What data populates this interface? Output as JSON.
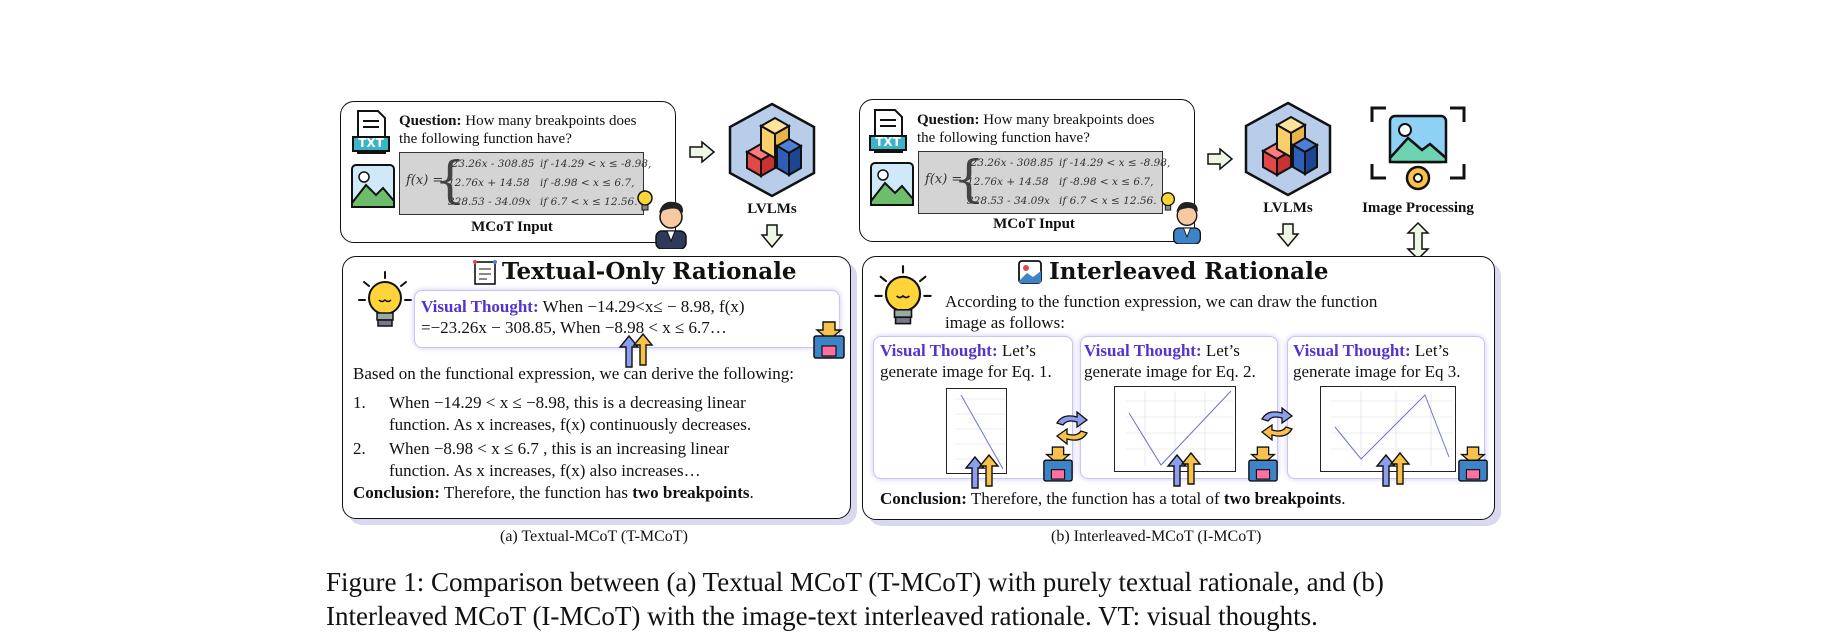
{
  "left": {
    "question_bold": "Question:",
    "question_line1": "How many breakpoints does",
    "question_line2": "the following function have?",
    "txt_icon": "TXT",
    "formula": {
      "fx": "f(x) =",
      "rows": [
        "-23.26x - 308.85",
        "12.76x + 14.58",
        "328.53 - 34.09x"
      ],
      "conds": [
        "if -14.29 < x ≤ -8.98,",
        "if -8.98 < x ≤ 6.7,",
        "if 6.7 < x ≤ 12.56."
      ]
    },
    "input_label": "MCoT Input",
    "lvlm_label": "LVLMs",
    "heading": "Textual-Only Rationale",
    "vt_label": "Visual Thought:",
    "vt_text1": "When −14.29<x≤ − 8.98, f(x)",
    "vt_text2": "=−23.26x − 308.85, When −8.98 < x ≤ 6.7…",
    "derive": "Based on the functional expression, we can derive the following:",
    "items": [
      {
        "num": "1.",
        "line1": "When −14.29 < x ≤ −8.98, this is a decreasing linear",
        "line2": "function. As x increases, f(x) continuously decreases."
      },
      {
        "num": "2.",
        "line1": "When −8.98 < x ≤ 6.7 , this is an increasing linear",
        "line2": "function. As x increases, f(x) also increases…"
      }
    ],
    "conclusion_bold": "Conclusion:",
    "conclusion_text": "Therefore, the function has",
    "conclusion_bold2": "two breakpoints",
    "conclusion_end": ".",
    "caption": "(a) Textual-MCoT (T-MCoT)"
  },
  "right": {
    "question_bold": "Question:",
    "question_line1": "How many breakpoints does",
    "question_line2": "the following function have?",
    "txt_icon": "TXT",
    "input_label": "MCoT Input",
    "lvlm_label": "LVLMs",
    "image_processing_label": "Image Processing",
    "heading": "Interleaved Rationale",
    "intro1": "According to the function expression, we can draw the function",
    "intro2": "image as follows:",
    "vt_boxes": [
      {
        "label": "Visual Thought:",
        "suffix": "Let’s",
        "line2": "generate image for Eq. 1."
      },
      {
        "label": "Visual Thought:",
        "suffix": "Let’s",
        "line2": "generate image for Eq. 2."
      },
      {
        "label": "Visual Thought:",
        "suffix": "Let’s",
        "line2": "generate image for Eq 3."
      }
    ],
    "conclusion_bold": "Conclusion:",
    "conclusion_text": "Therefore, the function has a total of",
    "conclusion_bold2": "two breakpoints",
    "conclusion_end": ".",
    "caption": "(b) Interleaved-MCoT (I-MCoT)"
  },
  "figure_caption_line1": "Figure 1: Comparison between (a) Textual MCoT (T-MCoT) with purely textual rationale, and (b)",
  "figure_caption_line2": "Interleaved MCoT (I-MCoT) with the image-text interleaved rationale. VT: visual thoughts."
}
